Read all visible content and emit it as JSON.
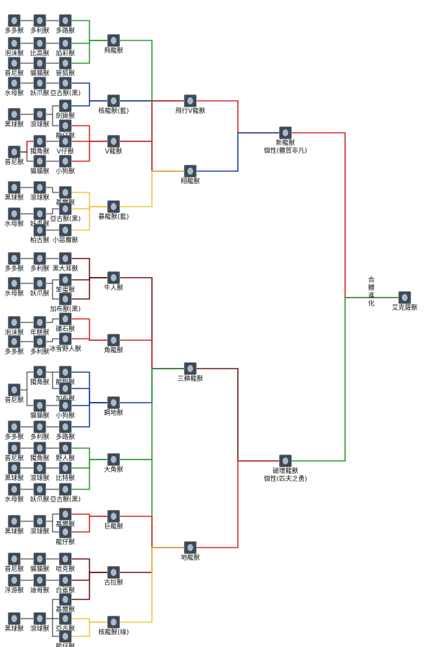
{
  "colors": {
    "green": "#2e9a2e",
    "red": "#d42a2a",
    "blue": "#1f3f9f",
    "yellow": "#f0c64a",
    "brown": "#6b1616",
    "black": "#222222"
  },
  "merge_label": "合體進化",
  "nodes": [
    {
      "id": "n1",
      "label": "多多獸"
    },
    {
      "id": "n2",
      "label": "多利獸"
    },
    {
      "id": "n3",
      "label": "多路獸"
    },
    {
      "id": "n4",
      "label": "泡沫獸"
    },
    {
      "id": "n5",
      "label": "比高獸"
    },
    {
      "id": "n6",
      "label": "焰彩獸"
    },
    {
      "id": "n7",
      "label": "普尼獸"
    },
    {
      "id": "n8",
      "label": "貓貓獸"
    },
    {
      "id": "n9",
      "label": "管狐獸"
    },
    {
      "id": "n10",
      "label": "水母獸"
    },
    {
      "id": "n11",
      "label": "妖爪獸"
    },
    {
      "id": "n12",
      "label": "亞古獸(黑)"
    },
    {
      "id": "n13",
      "label": "黑球獸"
    },
    {
      "id": "n14",
      "label": "滾球獸"
    },
    {
      "id": "n15",
      "label": "劍鍬獸"
    },
    {
      "id": "n16",
      "label": "龍仔獸"
    },
    {
      "id": "n17",
      "label": "普尼獸"
    },
    {
      "id": "n18",
      "label": "獨角獸"
    },
    {
      "id": "n19",
      "label": "V仔獸"
    },
    {
      "id": "n20",
      "label": "貓貓獸"
    },
    {
      "id": "n21",
      "label": "小狗獸"
    },
    {
      "id": "n22",
      "label": "黑球獸"
    },
    {
      "id": "n23",
      "label": "滾球獸"
    },
    {
      "id": "n24",
      "label": "基爾獸"
    },
    {
      "id": "n25",
      "label": "水母獸"
    },
    {
      "id": "n26",
      "label": "妖爪獸"
    },
    {
      "id": "n27",
      "label": "亞古獸(黑)"
    },
    {
      "id": "n28",
      "label": "柏古獸"
    },
    {
      "id": "n29",
      "label": "小惡魔獸"
    },
    {
      "id": "n30",
      "label": "多多獸"
    },
    {
      "id": "n31",
      "label": "多利獸"
    },
    {
      "id": "n32",
      "label": "黑大耳獸"
    },
    {
      "id": "n33",
      "label": "水母獸"
    },
    {
      "id": "n34",
      "label": "妖爪獸"
    },
    {
      "id": "n35",
      "label": "笨蛋獸"
    },
    {
      "id": "n36",
      "label": "加布獸(黑)"
    },
    {
      "id": "n37",
      "label": "泡沫獸"
    },
    {
      "id": "n38",
      "label": "年糕獸"
    },
    {
      "id": "n39",
      "label": "礦石獸"
    },
    {
      "id": "n40",
      "label": "多多獸"
    },
    {
      "id": "n41",
      "label": "多利獸"
    },
    {
      "id": "n42",
      "label": "冰雪野人獸"
    },
    {
      "id": "n43",
      "label": "普尼獸"
    },
    {
      "id": "n44",
      "label": "獨角獸"
    },
    {
      "id": "n45",
      "label": "龍駒獸"
    },
    {
      "id": "n46",
      "label": "加布獸"
    },
    {
      "id": "n47",
      "label": "貓貓獸"
    },
    {
      "id": "n48",
      "label": "小狗獸"
    },
    {
      "id": "n49",
      "label": "多多獸"
    },
    {
      "id": "n50",
      "label": "多利獸"
    },
    {
      "id": "n51",
      "label": "多路獸"
    },
    {
      "id": "n52",
      "label": "普尼獸"
    },
    {
      "id": "n53",
      "label": "獨角獸"
    },
    {
      "id": "n54",
      "label": "野人獸"
    },
    {
      "id": "n55",
      "label": "黑球獸"
    },
    {
      "id": "n56",
      "label": "滾球獸"
    },
    {
      "id": "n57",
      "label": "比特獸"
    },
    {
      "id": "n58",
      "label": "水母獸"
    },
    {
      "id": "n59",
      "label": "妖爪獸"
    },
    {
      "id": "n60",
      "label": "亞古獸(黑)"
    },
    {
      "id": "n61",
      "label": "黑球獸"
    },
    {
      "id": "n62",
      "label": "滾球獸"
    },
    {
      "id": "n63",
      "label": "基爾獸"
    },
    {
      "id": "n64",
      "label": "龍仔獸"
    },
    {
      "id": "n65",
      "label": "普尼獸"
    },
    {
      "id": "n66",
      "label": "貓貓獸"
    },
    {
      "id": "n67",
      "label": "哈克獸"
    },
    {
      "id": "n68",
      "label": "浮游獸"
    },
    {
      "id": "n69",
      "label": "迪哥獸"
    },
    {
      "id": "n70",
      "label": "白鯊獸"
    },
    {
      "id": "n71",
      "label": "基爾獸"
    },
    {
      "id": "n72",
      "label": "黑球獸"
    },
    {
      "id": "n73",
      "label": "滾球獸"
    },
    {
      "id": "n74",
      "label": "亞古獸"
    },
    {
      "id": "n75",
      "label": "龍仔獸"
    },
    {
      "id": "c1",
      "label": "飛龍獸"
    },
    {
      "id": "c2",
      "label": "核龍獸(藍)"
    },
    {
      "id": "c3",
      "label": "V龍獸"
    },
    {
      "id": "c4",
      "label": "暴龍獸(藍)"
    },
    {
      "id": "c5",
      "label": "牛人獸"
    },
    {
      "id": "c6",
      "label": "角龍獸"
    },
    {
      "id": "c7",
      "label": "鋼地獸"
    },
    {
      "id": "c8",
      "label": "大角獸"
    },
    {
      "id": "c9",
      "label": "巨龍獸"
    },
    {
      "id": "c10",
      "label": "古拉獸"
    },
    {
      "id": "c11",
      "label": "核龍獸(綠)"
    },
    {
      "id": "u1",
      "label": "飛行V龍獸"
    },
    {
      "id": "u2",
      "label": "翔龍獸"
    },
    {
      "id": "u3",
      "label": "三賴龍獸"
    },
    {
      "id": "u4",
      "label": "地龍獸"
    },
    {
      "id": "m1",
      "label": "新龍獸",
      "sub": "個性(體質非凡)"
    },
    {
      "id": "m2",
      "label": "破壞龍獸",
      "sub": "個性(匹夫之勇)"
    },
    {
      "id": "f1",
      "label": "艾克薩獸"
    }
  ]
}
